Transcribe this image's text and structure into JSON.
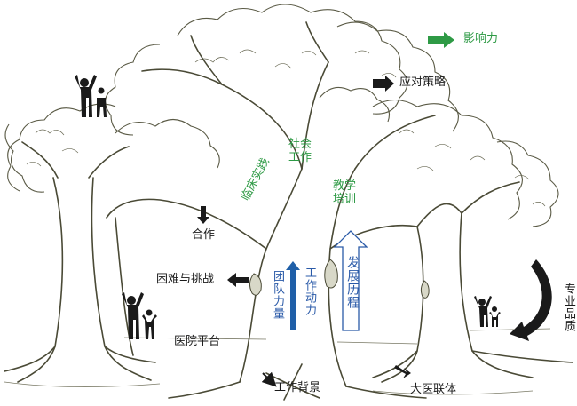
{
  "colors": {
    "line": "#4a4a36",
    "canopy": "#5a5a45",
    "green": "#2e9a45",
    "blue": "#2a5aa8",
    "dark_blue": "#1f5fa8",
    "black": "#1a1a1a"
  },
  "labels": {
    "influence": "影响力",
    "strategy": "应对策略",
    "social_work": "社会\n工作",
    "clinical_practice": "临床实践",
    "teaching_training": "教学\n培训",
    "cooperation": "合作",
    "difficulty": "困难与挑战",
    "team_strength": "团队力量",
    "work_motivation": "工作动力",
    "development": "发展历程",
    "professional_quality": "专业品质",
    "hospital_platform": "医院平台",
    "work_background": "工作背景",
    "medical_alliance": "大医联体"
  },
  "icons": [
    "green-arrow-icon",
    "black-arrow-icon",
    "blue-arrow-icon",
    "outline-arrow-icon",
    "curved-arrow-icon",
    "person-icon"
  ]
}
